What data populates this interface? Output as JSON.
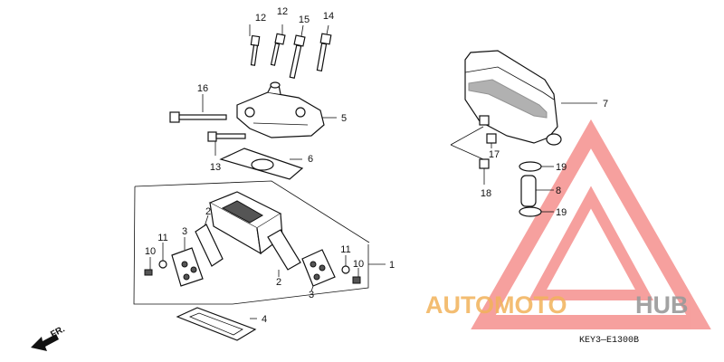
{
  "diagram_code": "KEY3—E1300B",
  "direction_label": "FR.",
  "watermark": {
    "left": "AUTOMOTO",
    "right": "HUB",
    "color_left": "#f2b25a",
    "color_right": "#9a9a9a",
    "triangle_color": "#ef5350"
  },
  "callouts": [
    "12",
    "12",
    "15",
    "14",
    "16",
    "5",
    "13",
    "6",
    "2",
    "3",
    "11",
    "10",
    "2",
    "3",
    "11",
    "10",
    "1",
    "4",
    "7",
    "17",
    "18",
    "19",
    "8",
    "19"
  ]
}
